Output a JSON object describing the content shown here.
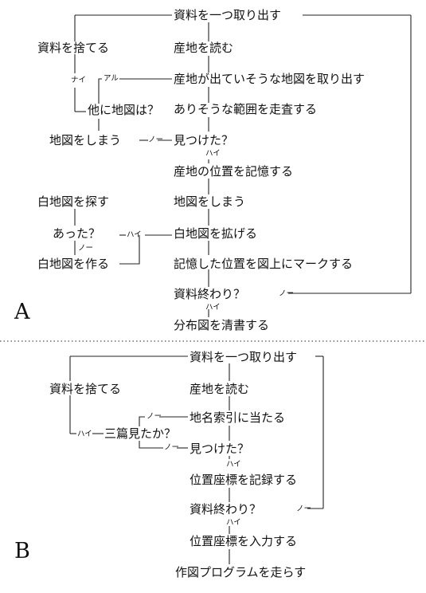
{
  "A": {
    "label": "A",
    "steps": {
      "take_out": "資料を一つ取り出す",
      "read_origin": "産地を読む",
      "take_map": "産地が出ていそうな地図を取り出す",
      "scan": "ありそうな範囲を走査する",
      "found": "見つけた？",
      "record_pos": "産地の位置を記憶する",
      "put_away": "地図をしまう",
      "spread": "白地図を拡げる",
      "mark": "記憶した位置を図上にマークする",
      "end_check": "資料終わり？",
      "clean_copy": "分布図を清書する",
      "discard": "資料を捨てる",
      "other_map": "他に地図は？",
      "put_away2": "地図をしまう",
      "search_blank": "白地図を探す",
      "exists": "あった？",
      "make_blank": "白地図を作る"
    },
    "branch_labels": {
      "nai": "ナイ",
      "aru": "アル",
      "no_found": "ノー",
      "hai_found": "ハイ",
      "hai_exists": "ハイ",
      "no_exists": "ノー",
      "no_end": "ノー",
      "hai_end": "ハイ"
    }
  },
  "B": {
    "label": "B",
    "steps": {
      "take_out": "資料を一つ取り出す",
      "read_origin": "産地を読む",
      "index": "地名索引に当たる",
      "found": "見つけた？",
      "record_coord": "位置座標を記録する",
      "end_check": "資料終わり？",
      "input_coord": "位置座標を入力する",
      "run_program": "作図プログラムを走らす",
      "discard": "資料を捨てる",
      "checked_three": "三篇見たか？"
    },
    "branch_labels": {
      "hai_checked": "ハイ",
      "no_checked1": "ノー",
      "no_checked2": "ノー",
      "hai_found": "ハイ",
      "no_end": "ノー",
      "hai_end": "ハイ"
    }
  }
}
